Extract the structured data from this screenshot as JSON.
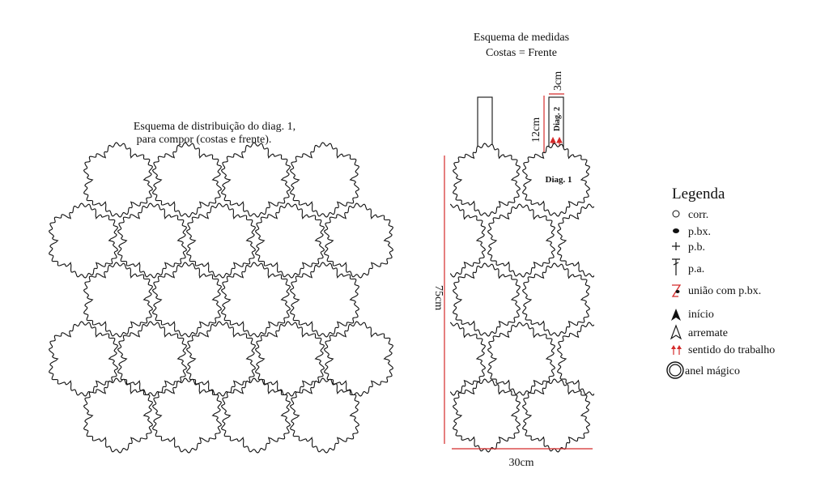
{
  "distribution": {
    "title_line1": "Esquema de distribuição do diag. 1,",
    "title_line2": "para compor (costas e frente)."
  },
  "measures": {
    "title_line1": "Esquema de medidas",
    "title_line2": "Costas = Frente",
    "height_label": "75cm",
    "width_label": "30cm",
    "strap_height_label": "12cm",
    "strap_width_label": "3cm",
    "diag1_label": "Diag. 1",
    "diag2_label": "Diag. 2"
  },
  "legend": {
    "title": "Legenda",
    "items": [
      {
        "symbol": "chain-stitch-icon",
        "label": "corr."
      },
      {
        "symbol": "slip-stitch-icon",
        "label": "p.bx."
      },
      {
        "symbol": "single-crochet-icon",
        "label": "p.b."
      },
      {
        "symbol": "double-crochet-icon",
        "label": "p.a."
      },
      {
        "symbol": "join-slip-stitch-icon",
        "label": "união com p.bx."
      },
      {
        "symbol": "start-arrow-icon",
        "label": "início"
      },
      {
        "symbol": "finish-arrow-icon",
        "label": "arremate"
      },
      {
        "symbol": "work-direction-icon",
        "label": "sentido do trabalho"
      },
      {
        "symbol": "magic-ring-icon",
        "label": "anel mágico"
      }
    ]
  },
  "colors": {
    "accent_red": "#d42a2a",
    "ink": "#111111"
  }
}
